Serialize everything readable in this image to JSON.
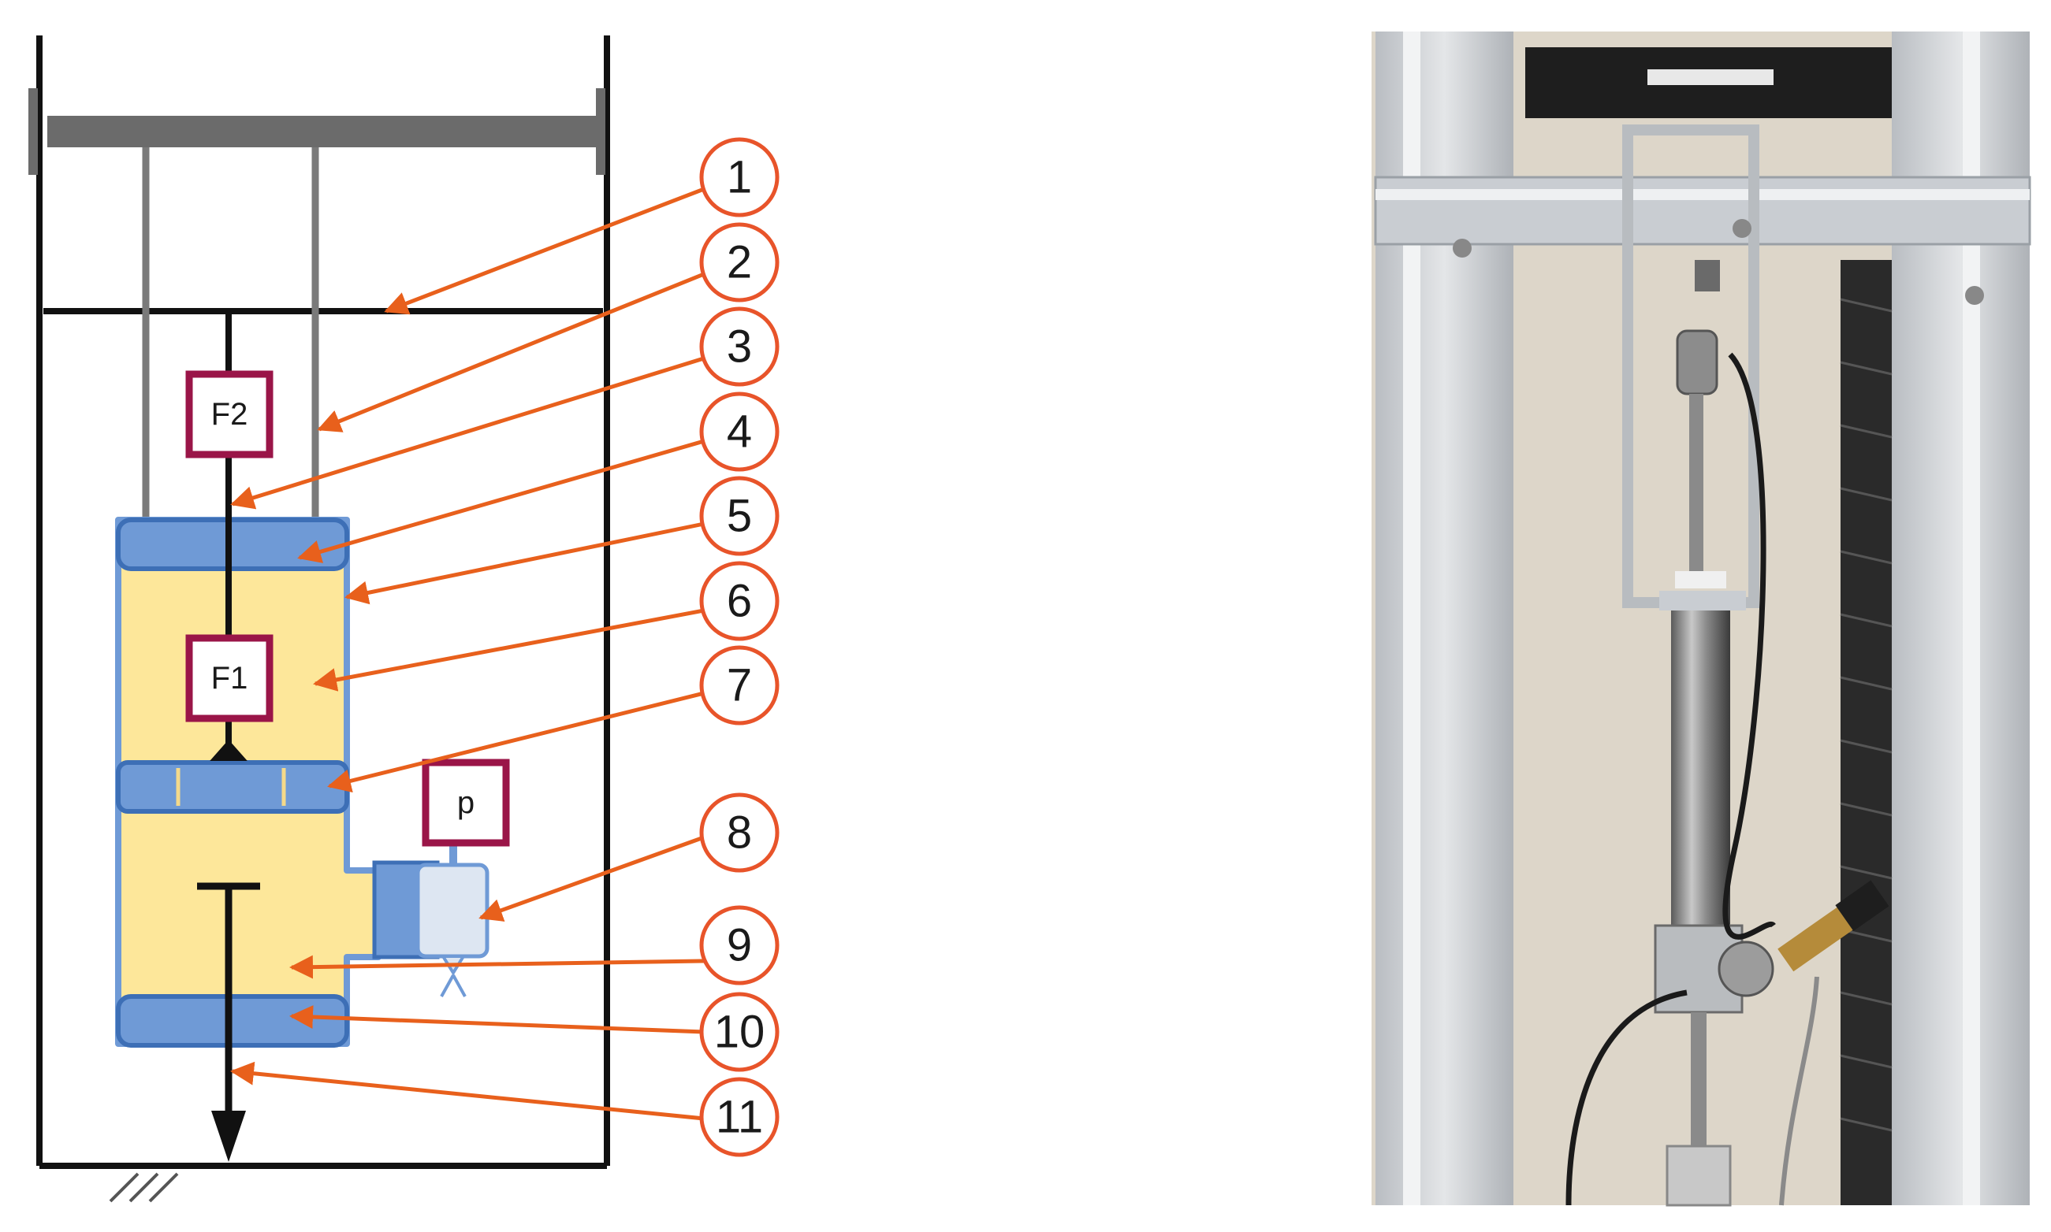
{
  "schematic": {
    "sensor_labels": {
      "f2": "F2",
      "f1": "F1",
      "p": "p"
    },
    "callouts": [
      "1",
      "2",
      "3",
      "4",
      "5",
      "6",
      "7",
      "8",
      "9",
      "10",
      "11"
    ],
    "colors": {
      "frame": "#111111",
      "crosshead": "#6b6b6b",
      "rod": "#7a7a7a",
      "chamber_fill": "#fde79a",
      "seal_fill": "#6f9ad6",
      "seal_stroke": "#3d6fb6",
      "sensor_border": "#9a1548",
      "arrow": "#e8601c",
      "callout_circle": "#e8542a"
    }
  },
  "photo": {
    "icon": "test-rig-photo",
    "colors": {
      "background": "#ddd6c9",
      "frame": "#c9cdd2",
      "crossbar": "#1e1e1e"
    }
  }
}
